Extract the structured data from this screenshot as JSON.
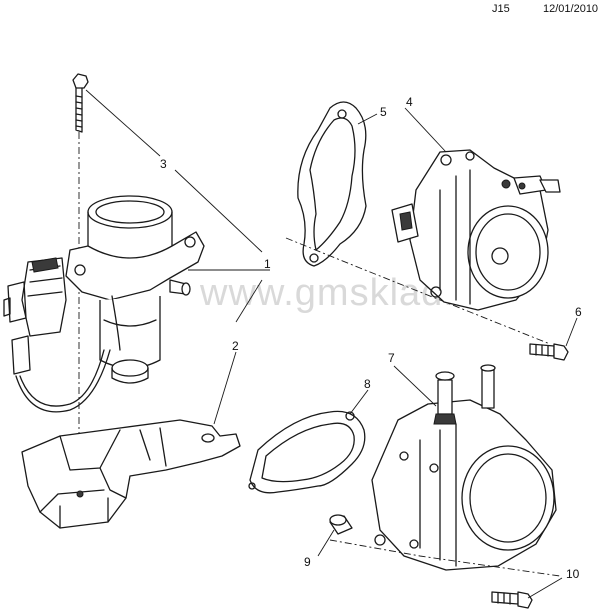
{
  "header": {
    "page_code": "J15",
    "date": "12/01/2010"
  },
  "watermark": "www.gmsklad.ru",
  "callouts": {
    "c1": "1",
    "c2": "2",
    "c3": "3",
    "c4": "4",
    "c5": "5",
    "c6": "6",
    "c7": "7",
    "c8": "8",
    "c9": "9",
    "c10": "10"
  }
}
